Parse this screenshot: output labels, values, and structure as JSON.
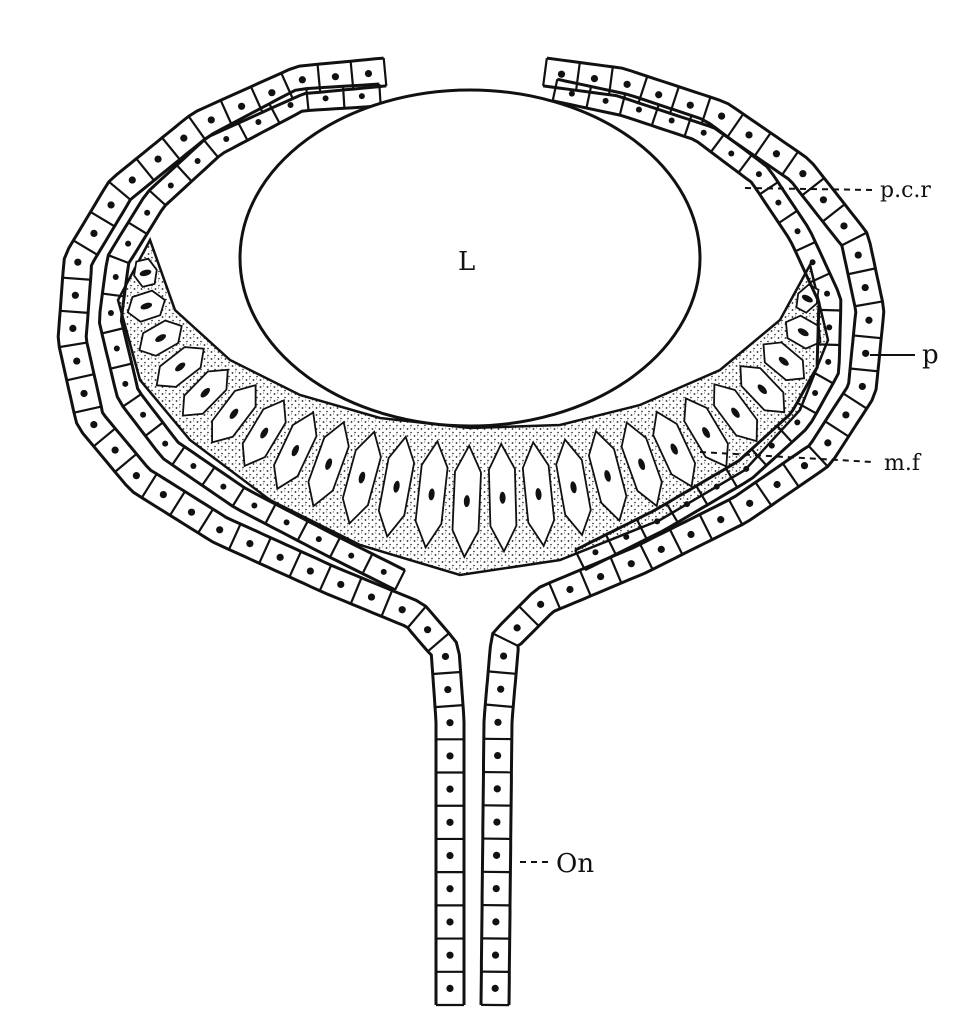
{
  "figure": {
    "labels": {
      "lens": "L",
      "pcr": "p.c.r",
      "p": "p",
      "mt": "m.f",
      "on": "On"
    }
  }
}
